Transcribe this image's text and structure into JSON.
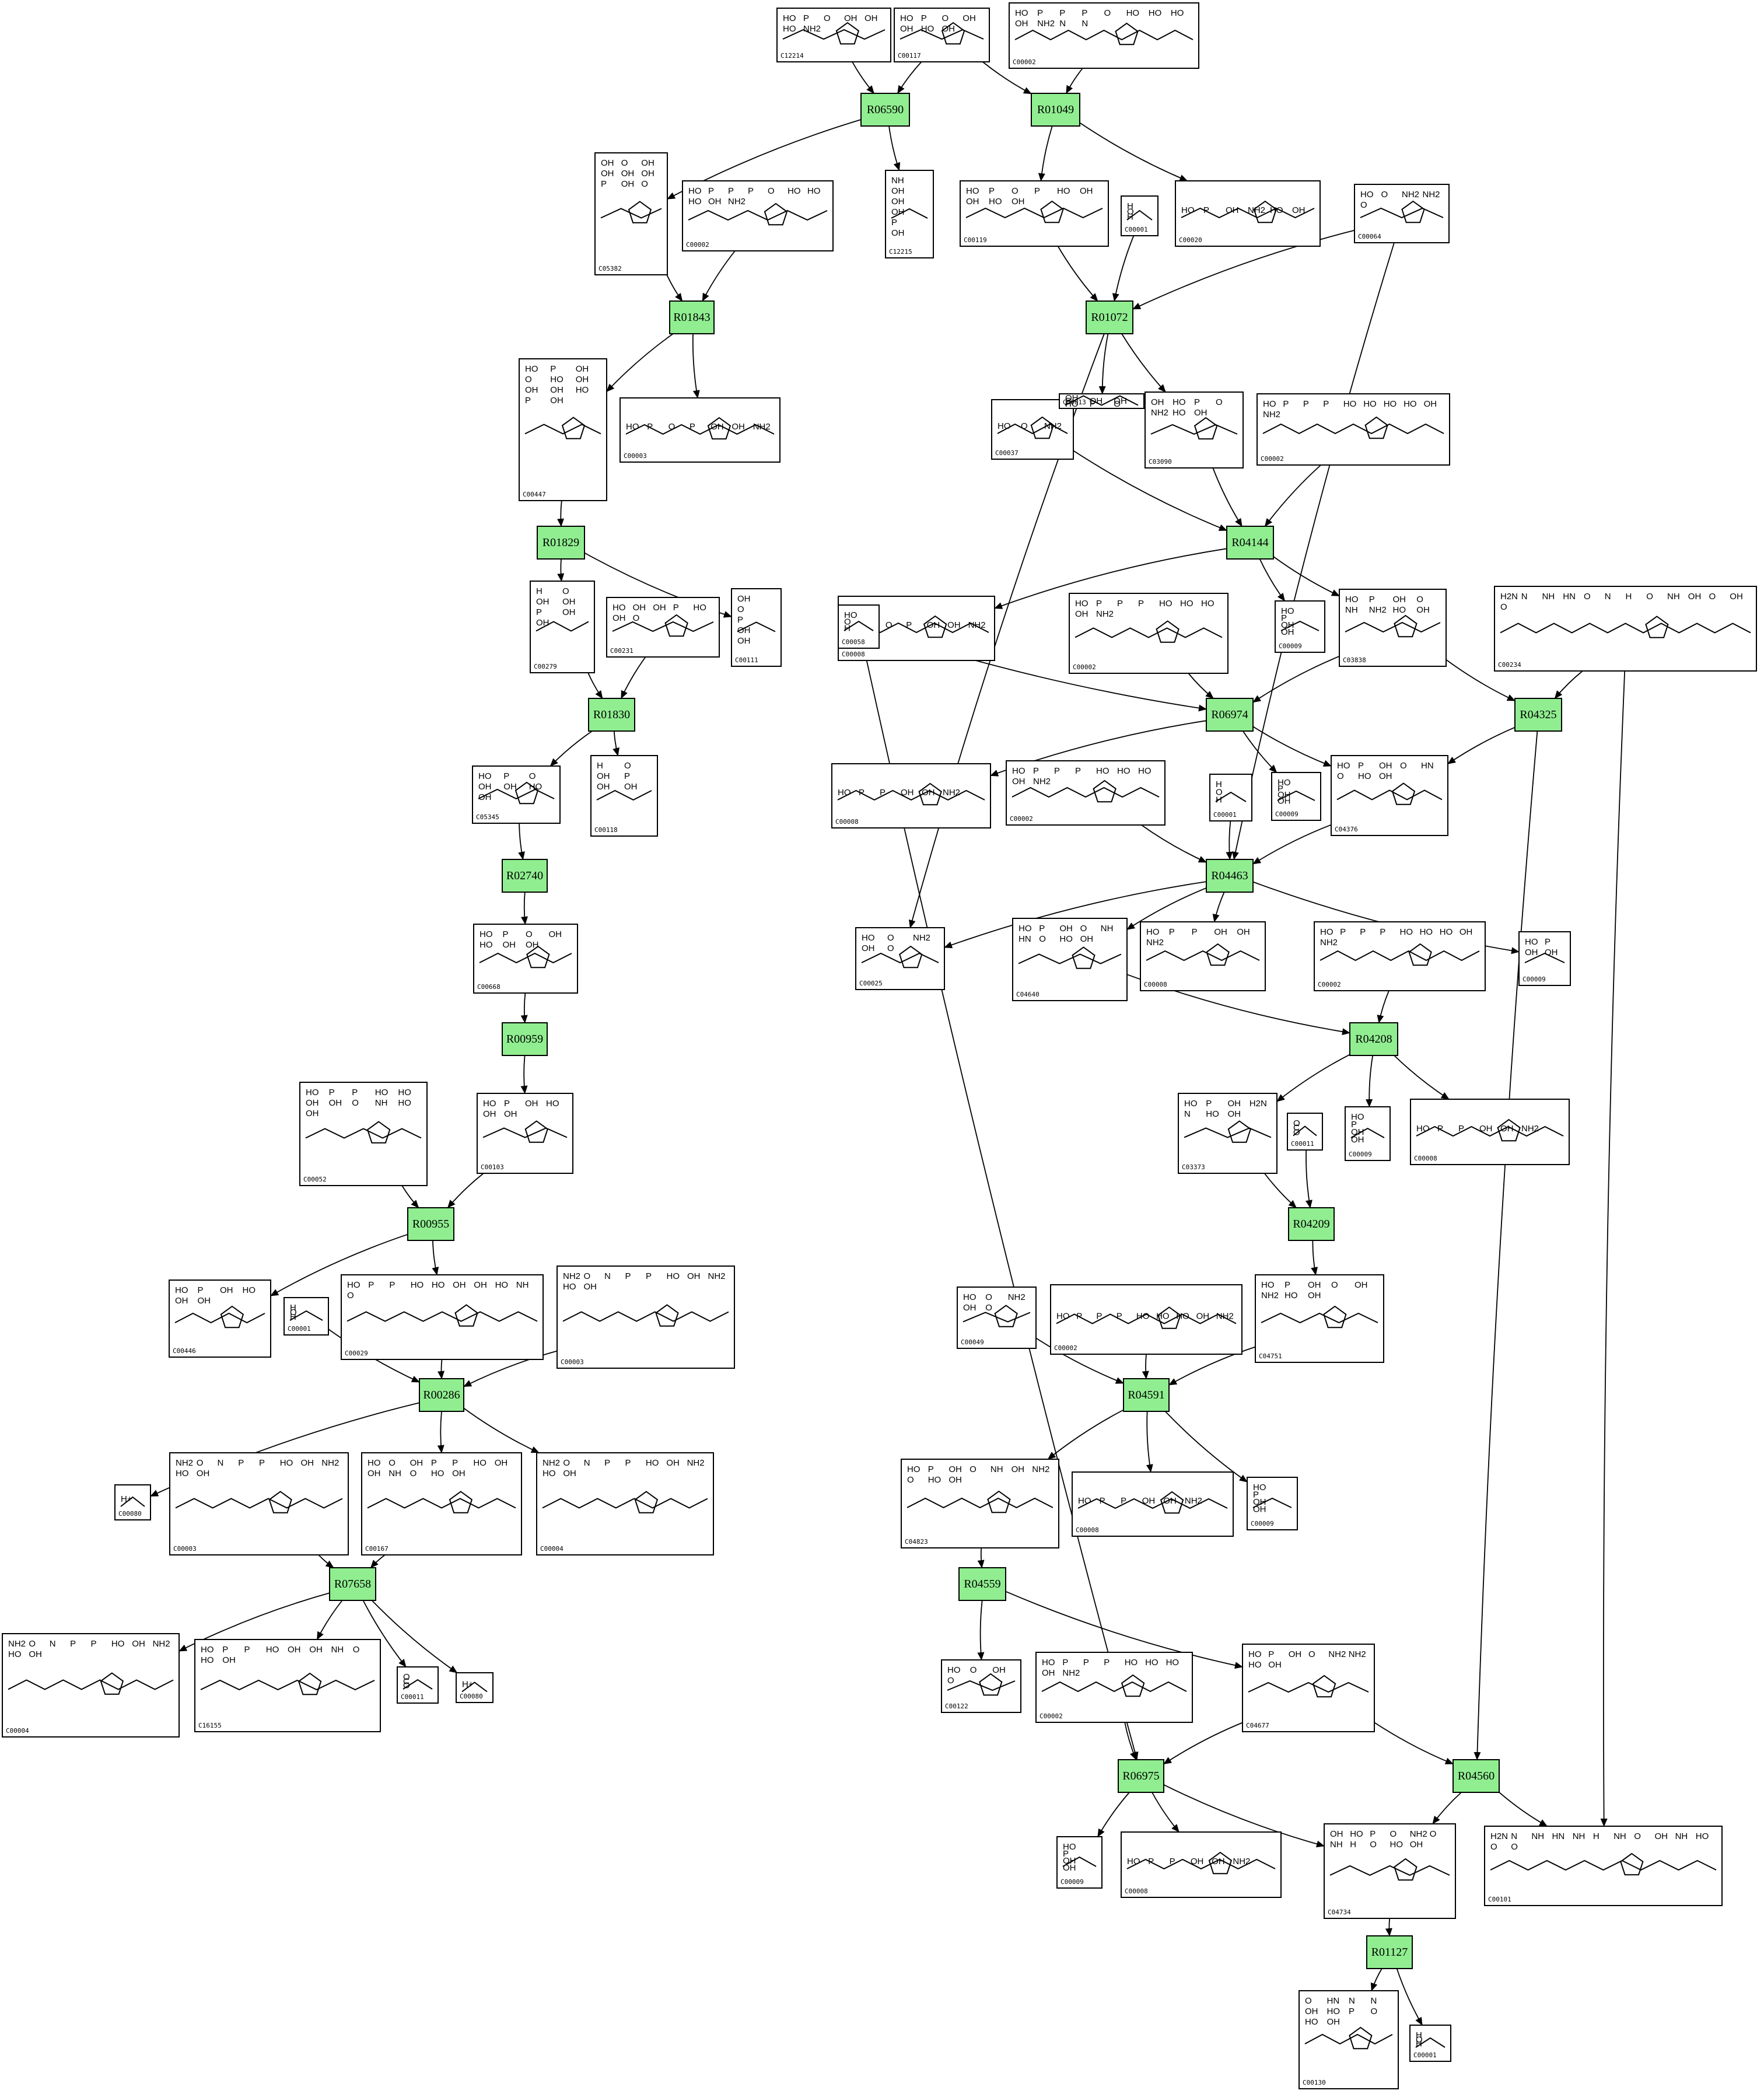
{
  "compounds": [
    {
      "id": "C12214",
      "atoms": [
        "HO",
        "P",
        "O",
        "OH",
        "OH",
        "HO",
        "NH2"
      ]
    },
    {
      "id": "C00117",
      "atoms": [
        "HO",
        "P",
        "O",
        "OH",
        "OH",
        "HO",
        "OH"
      ]
    },
    {
      "id": "C00002",
      "atoms": [
        "HO",
        "P",
        "P",
        "P",
        "O",
        "HO",
        "HO",
        "HO",
        "OH",
        "NH2",
        "N",
        "N"
      ]
    },
    {
      "id": "C05382",
      "atoms": [
        "OH",
        "O",
        "OH",
        "OH",
        "OH",
        "OH",
        "P",
        "OH",
        "O"
      ]
    },
    {
      "id": "C00002",
      "atoms": [
        "HO",
        "P",
        "P",
        "P",
        "O",
        "HO",
        "HO",
        "HO",
        "OH",
        "NH2"
      ]
    },
    {
      "id": "C12215",
      "atoms": [
        "NH",
        "OH",
        "OH",
        "OH",
        "P",
        "OH"
      ]
    },
    {
      "id": "C00119",
      "atoms": [
        "HO",
        "P",
        "O",
        "P",
        "HO",
        "OH",
        "OH",
        "HO",
        "OH"
      ]
    },
    {
      "id": "C00001",
      "atoms": [
        "H",
        "O",
        "H"
      ]
    },
    {
      "id": "C00020",
      "atoms": [
        "HO",
        "P",
        "OH",
        "NH2",
        "HO",
        "OH"
      ]
    },
    {
      "id": "C00064",
      "atoms": [
        "HO",
        "O",
        "NH2",
        "NH2",
        "O"
      ]
    },
    {
      "id": "C00447",
      "atoms": [
        "HO",
        "P",
        "OH",
        "O",
        "HO",
        "OH",
        "OH",
        "OH",
        "HO",
        "P",
        "OH"
      ]
    },
    {
      "id": "C00003",
      "atoms": [
        "HO",
        "P",
        "O",
        "P",
        "OH",
        "OH",
        "NH2"
      ]
    },
    {
      "id": "C00037",
      "atoms": [
        "HO",
        "O",
        "NH2"
      ]
    },
    {
      "id": "C00013",
      "atoms": [
        "HO",
        "P",
        "O",
        "P",
        "OH",
        "OH",
        "OH"
      ]
    },
    {
      "id": "C03090",
      "atoms": [
        "OH",
        "HO",
        "P",
        "O",
        "NH2",
        "HO",
        "OH"
      ]
    },
    {
      "id": "C00002",
      "atoms": [
        "HO",
        "P",
        "P",
        "P",
        "HO",
        "HO",
        "HO",
        "HO",
        "OH",
        "NH2"
      ]
    },
    {
      "id": "C00279",
      "atoms": [
        "H",
        "O",
        "OH",
        "OH",
        "P",
        "OH",
        "OH"
      ]
    },
    {
      "id": "C00231",
      "atoms": [
        "HO",
        "OH",
        "OH",
        "P",
        "HO",
        "OH",
        "O"
      ]
    },
    {
      "id": "C00111",
      "atoms": [
        "OH",
        "O",
        "P",
        "OH",
        "OH"
      ]
    },
    {
      "id": "C00008",
      "atoms": [
        "HO",
        "P",
        "O",
        "P",
        "OH",
        "OH",
        "NH2"
      ]
    },
    {
      "id": "C00002",
      "atoms": [
        "HO",
        "P",
        "P",
        "P",
        "HO",
        "HO",
        "HO",
        "OH",
        "NH2"
      ]
    },
    {
      "id": "C00009",
      "atoms": [
        "HO",
        "P",
        "OH",
        "OH"
      ]
    },
    {
      "id": "C03838",
      "atoms": [
        "HO",
        "P",
        "OH",
        "O",
        "NH",
        "NH2",
        "HO",
        "OH"
      ]
    },
    {
      "id": "C00058",
      "atoms": [
        "HO",
        "O",
        "H"
      ]
    },
    {
      "id": "C00234",
      "atoms": [
        "H2N",
        "N",
        "NH",
        "HN",
        "O",
        "N",
        "H",
        "O",
        "NH",
        "OH",
        "O",
        "OH",
        "O"
      ]
    },
    {
      "id": "C05345",
      "atoms": [
        "HO",
        "P",
        "O",
        "OH",
        "OH",
        "HO",
        "OH"
      ]
    },
    {
      "id": "C00118",
      "atoms": [
        "H",
        "O",
        "OH",
        "P",
        "OH",
        "OH"
      ]
    },
    {
      "id": "C00008",
      "atoms": [
        "HO",
        "P",
        "P",
        "OH",
        "OH",
        "NH2"
      ]
    },
    {
      "id": "C00002",
      "atoms": [
        "HO",
        "P",
        "P",
        "P",
        "HO",
        "HO",
        "HO",
        "OH",
        "NH2"
      ]
    },
    {
      "id": "C00001",
      "atoms": [
        "H",
        "O",
        "H"
      ]
    },
    {
      "id": "C00009",
      "atoms": [
        "HO",
        "P",
        "OH",
        "OH"
      ]
    },
    {
      "id": "C04376",
      "atoms": [
        "HO",
        "P",
        "OH",
        "O",
        "HN",
        "O",
        "HO",
        "OH"
      ]
    },
    {
      "id": "C00668",
      "atoms": [
        "HO",
        "P",
        "O",
        "OH",
        "HO",
        "OH",
        "OH"
      ]
    },
    {
      "id": "C00025",
      "atoms": [
        "HO",
        "O",
        "NH2",
        "OH",
        "O"
      ]
    },
    {
      "id": "C04640",
      "atoms": [
        "HO",
        "P",
        "OH",
        "O",
        "NH",
        "HN",
        "O",
        "HO",
        "OH"
      ]
    },
    {
      "id": "C00008",
      "atoms": [
        "HO",
        "P",
        "P",
        "OH",
        "OH",
        "NH2"
      ]
    },
    {
      "id": "C00002",
      "atoms": [
        "HO",
        "P",
        "P",
        "P",
        "HO",
        "HO",
        "HO",
        "OH",
        "NH2"
      ]
    },
    {
      "id": "C00009",
      "atoms": [
        "HO",
        "P",
        "OH",
        "OH"
      ]
    },
    {
      "id": "C00052",
      "atoms": [
        "HO",
        "P",
        "P",
        "HO",
        "HO",
        "OH",
        "OH",
        "O",
        "NH",
        "HO",
        "OH"
      ]
    },
    {
      "id": "C00103",
      "atoms": [
        "HO",
        "P",
        "OH",
        "HO",
        "OH",
        "OH"
      ]
    },
    {
      "id": "C03373",
      "atoms": [
        "HO",
        "P",
        "OH",
        "H2N",
        "N",
        "HO",
        "OH"
      ]
    },
    {
      "id": "C00011",
      "atoms": [
        "O",
        "C",
        "O"
      ]
    },
    {
      "id": "C00009",
      "atoms": [
        "HO",
        "P",
        "OH",
        "OH"
      ]
    },
    {
      "id": "C00008",
      "atoms": [
        "HO",
        "P",
        "P",
        "OH",
        "OH",
        "NH2"
      ]
    },
    {
      "id": "C00446",
      "atoms": [
        "HO",
        "P",
        "OH",
        "HO",
        "OH",
        "OH"
      ]
    },
    {
      "id": "C00001",
      "atoms": [
        "H",
        "O",
        "H"
      ]
    },
    {
      "id": "C00029",
      "atoms": [
        "HO",
        "P",
        "P",
        "HO",
        "HO",
        "OH",
        "OH",
        "HO",
        "NH",
        "O"
      ]
    },
    {
      "id": "C00003",
      "atoms": [
        "NH2",
        "O",
        "N",
        "P",
        "P",
        "HO",
        "OH",
        "NH2",
        "HO",
        "OH"
      ]
    },
    {
      "id": "C00049",
      "atoms": [
        "HO",
        "O",
        "NH2",
        "OH",
        "O"
      ]
    },
    {
      "id": "C00002",
      "atoms": [
        "HO",
        "P",
        "P",
        "P",
        "HO",
        "HO",
        "HO",
        "OH",
        "NH2"
      ]
    },
    {
      "id": "C04751",
      "atoms": [
        "HO",
        "P",
        "OH",
        "O",
        "OH",
        "NH2",
        "HO",
        "OH"
      ]
    },
    {
      "id": "C00080",
      "atoms": [
        "H+"
      ]
    },
    {
      "id": "C00003",
      "atoms": [
        "NH2",
        "O",
        "N",
        "P",
        "P",
        "HO",
        "OH",
        "NH2",
        "HO",
        "OH"
      ]
    },
    {
      "id": "C00167",
      "atoms": [
        "HO",
        "O",
        "OH",
        "P",
        "P",
        "HO",
        "OH",
        "OH",
        "NH",
        "O",
        "HO",
        "OH"
      ]
    },
    {
      "id": "C00004",
      "atoms": [
        "NH2",
        "O",
        "N",
        "P",
        "P",
        "HO",
        "OH",
        "NH2",
        "HO",
        "OH"
      ]
    },
    {
      "id": "C04823",
      "atoms": [
        "HO",
        "P",
        "OH",
        "O",
        "NH",
        "OH",
        "NH2",
        "O",
        "HO",
        "OH"
      ]
    },
    {
      "id": "C00008",
      "atoms": [
        "HO",
        "P",
        "P",
        "OH",
        "OH",
        "NH2"
      ]
    },
    {
      "id": "C00009",
      "atoms": [
        "HO",
        "P",
        "OH",
        "OH"
      ]
    },
    {
      "id": "C00004",
      "atoms": [
        "NH2",
        "O",
        "N",
        "P",
        "P",
        "HO",
        "OH",
        "NH2",
        "HO",
        "OH"
      ]
    },
    {
      "id": "C16155",
      "atoms": [
        "HO",
        "P",
        "P",
        "HO",
        "OH",
        "OH",
        "NH",
        "O",
        "HO",
        "OH"
      ]
    },
    {
      "id": "C00011",
      "atoms": [
        "O",
        "C",
        "O"
      ]
    },
    {
      "id": "C00080",
      "atoms": [
        "H+"
      ]
    },
    {
      "id": "C00122",
      "atoms": [
        "HO",
        "O",
        "OH",
        "O"
      ]
    },
    {
      "id": "C00002",
      "atoms": [
        "HO",
        "P",
        "P",
        "P",
        "HO",
        "HO",
        "HO",
        "OH",
        "NH2"
      ]
    },
    {
      "id": "C04677",
      "atoms": [
        "HO",
        "P",
        "OH",
        "O",
        "NH2",
        "NH2",
        "HO",
        "OH"
      ]
    },
    {
      "id": "C00009",
      "atoms": [
        "HO",
        "P",
        "OH",
        "OH"
      ]
    },
    {
      "id": "C00008",
      "atoms": [
        "HO",
        "P",
        "P",
        "OH",
        "OH",
        "NH2"
      ]
    },
    {
      "id": "C04734",
      "atoms": [
        "OH",
        "HO",
        "P",
        "O",
        "NH2",
        "O",
        "NH",
        "H",
        "O",
        "HO",
        "OH"
      ]
    },
    {
      "id": "C00101",
      "atoms": [
        "H2N",
        "N",
        "NH",
        "HN",
        "NH",
        "H",
        "NH",
        "O",
        "OH",
        "NH",
        "HO",
        "O",
        "O"
      ]
    },
    {
      "id": "C00130",
      "atoms": [
        "O",
        "HN",
        "N",
        "N",
        "OH",
        "HO",
        "P",
        "O",
        "HO",
        "OH"
      ]
    },
    {
      "id": "C00001",
      "atoms": [
        "H",
        "O",
        "H"
      ]
    }
  ],
  "reactions": [
    {
      "id": "R06590"
    },
    {
      "id": "R01049"
    },
    {
      "id": "R01843"
    },
    {
      "id": "R01072"
    },
    {
      "id": "R01829"
    },
    {
      "id": "R04144"
    },
    {
      "id": "R01830"
    },
    {
      "id": "R06974"
    },
    {
      "id": "R04325"
    },
    {
      "id": "R02740"
    },
    {
      "id": "R04463"
    },
    {
      "id": "R00959"
    },
    {
      "id": "R04208"
    },
    {
      "id": "R00955"
    },
    {
      "id": "R04209"
    },
    {
      "id": "R00286"
    },
    {
      "id": "R04591"
    },
    {
      "id": "R07658"
    },
    {
      "id": "R04559"
    },
    {
      "id": "R06975"
    },
    {
      "id": "R04560"
    },
    {
      "id": "R01127"
    }
  ],
  "colors": {
    "reaction_fill": "#90ee90",
    "line": "#000000",
    "background": "#ffffff"
  }
}
